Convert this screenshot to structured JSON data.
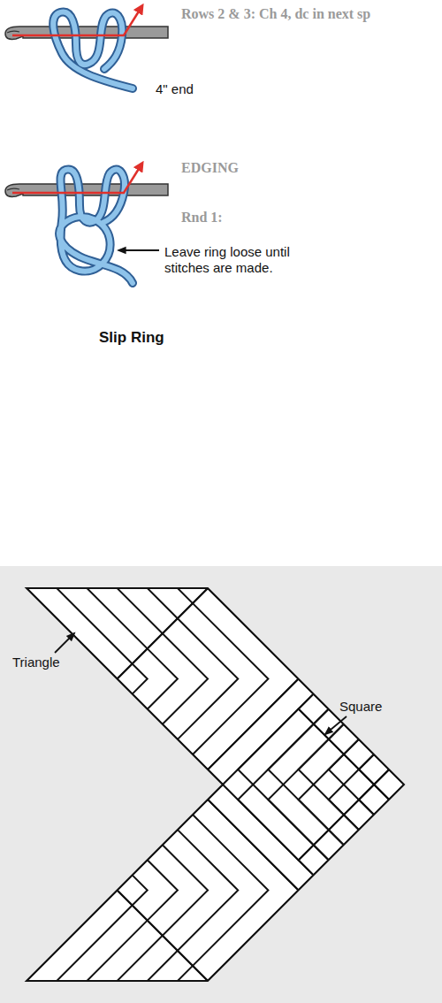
{
  "diagram": {
    "labels": [
      "Rows 2 & 3: Ch 4, dc in next sp",
      "EDGING",
      "Rnd 1:",
      "4\" end",
      "Leave ring loose until stitches are made.",
      "Slip Ring",
      "Triangle",
      "Square"
    ]
  }
}
